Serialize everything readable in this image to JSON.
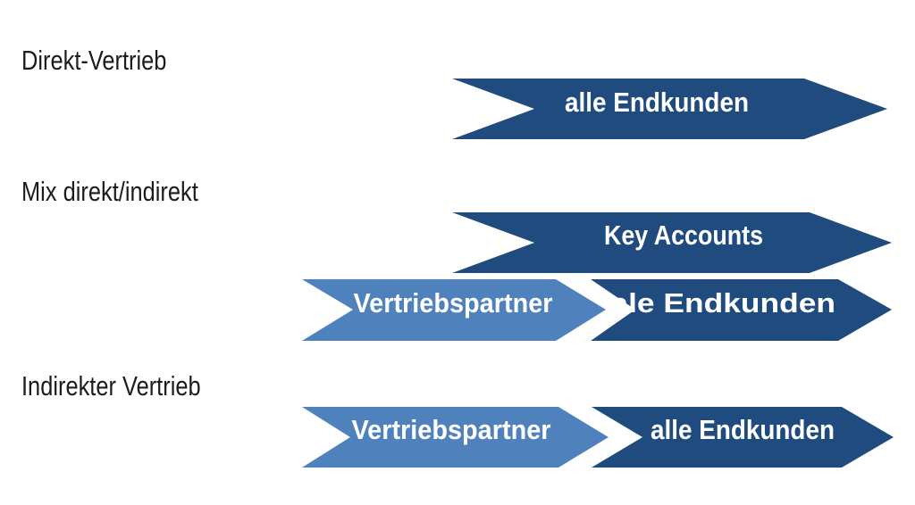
{
  "colors": {
    "dark_blue": "#1F4B7F",
    "light_blue": "#4F81BD",
    "text": "#1c1c1c",
    "chevron_text": "#ffffff"
  },
  "sections": {
    "direct": {
      "label": "Direkt-Vertrieb",
      "chevron": "alle Endkunden"
    },
    "mix": {
      "label": "Mix direkt/indirekt",
      "key_accounts": "Key Accounts",
      "partner": "Vertriebspartner",
      "normal_customers": "normale Endkunden"
    },
    "indirect": {
      "label": "Indirekter Vertrieb",
      "partner": "Vertriebspartner",
      "customers": "alle Endkunden"
    }
  }
}
